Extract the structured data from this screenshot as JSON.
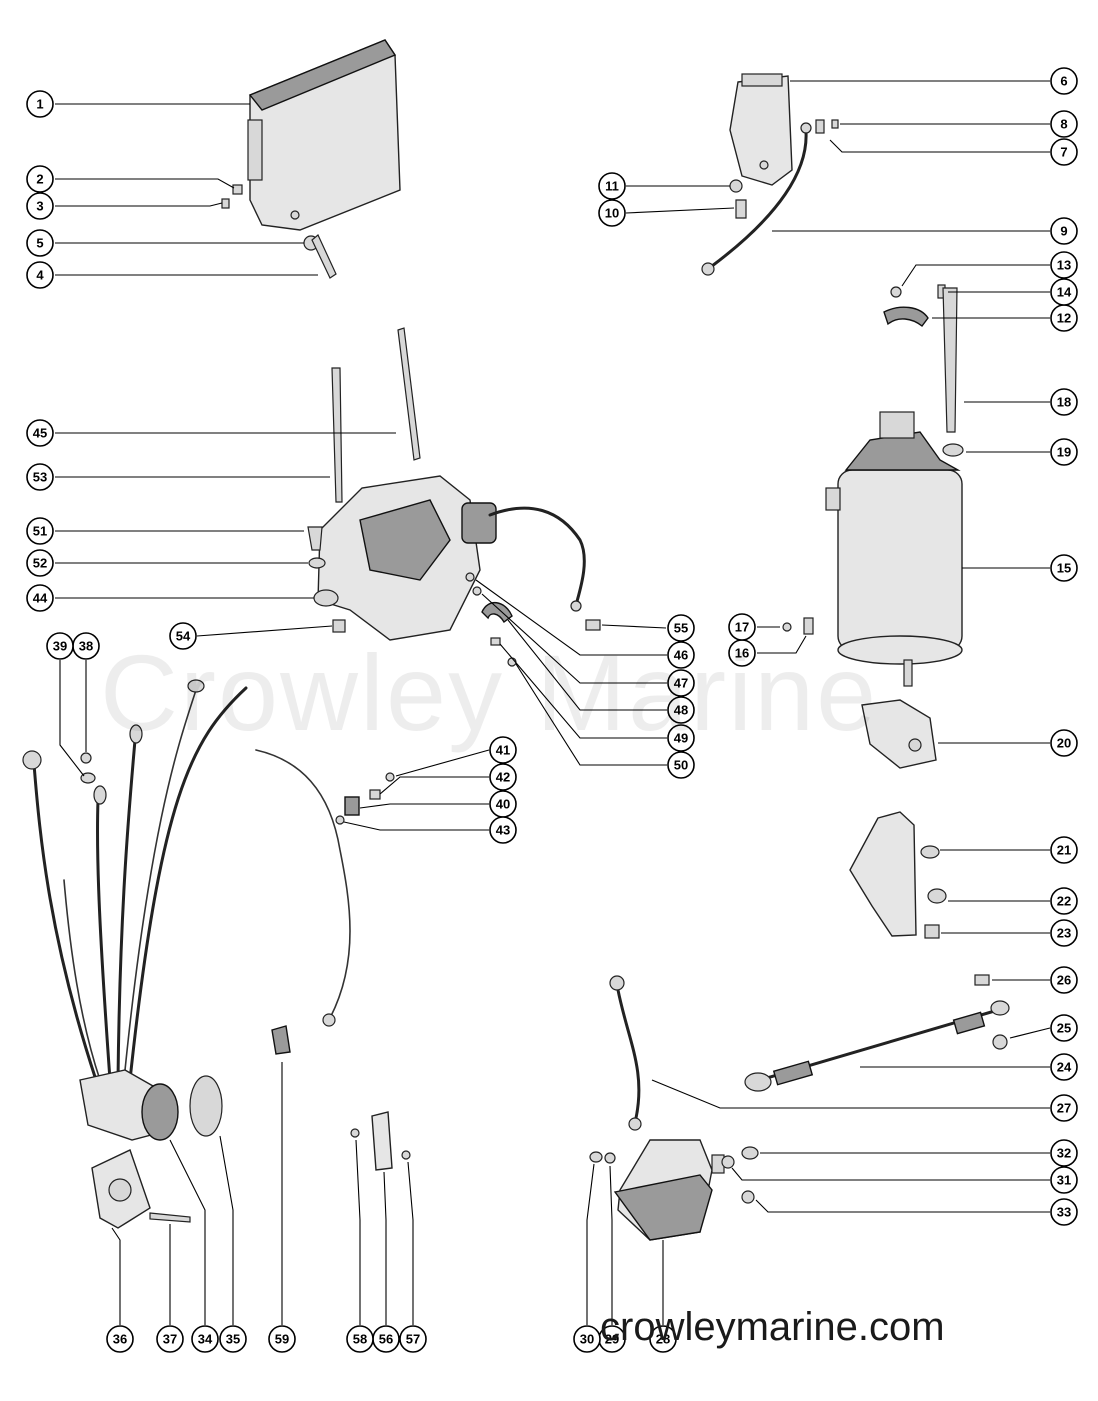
{
  "watermark": "Crowley Marine",
  "website": "crowleymarine.com",
  "callouts": [
    "1",
    "2",
    "3",
    "4",
    "5",
    "6",
    "7",
    "8",
    "9",
    "10",
    "11",
    "12",
    "13",
    "14",
    "15",
    "16",
    "17",
    "18",
    "19",
    "20",
    "21",
    "22",
    "23",
    "24",
    "25",
    "26",
    "27",
    "28",
    "29",
    "30",
    "31",
    "32",
    "33",
    "34",
    "35",
    "36",
    "37",
    "38",
    "39",
    "40",
    "41",
    "42",
    "43",
    "44",
    "45",
    "46",
    "47",
    "48",
    "49",
    "50",
    "51",
    "52",
    "53",
    "54",
    "55",
    "56",
    "57",
    "58",
    "59"
  ]
}
